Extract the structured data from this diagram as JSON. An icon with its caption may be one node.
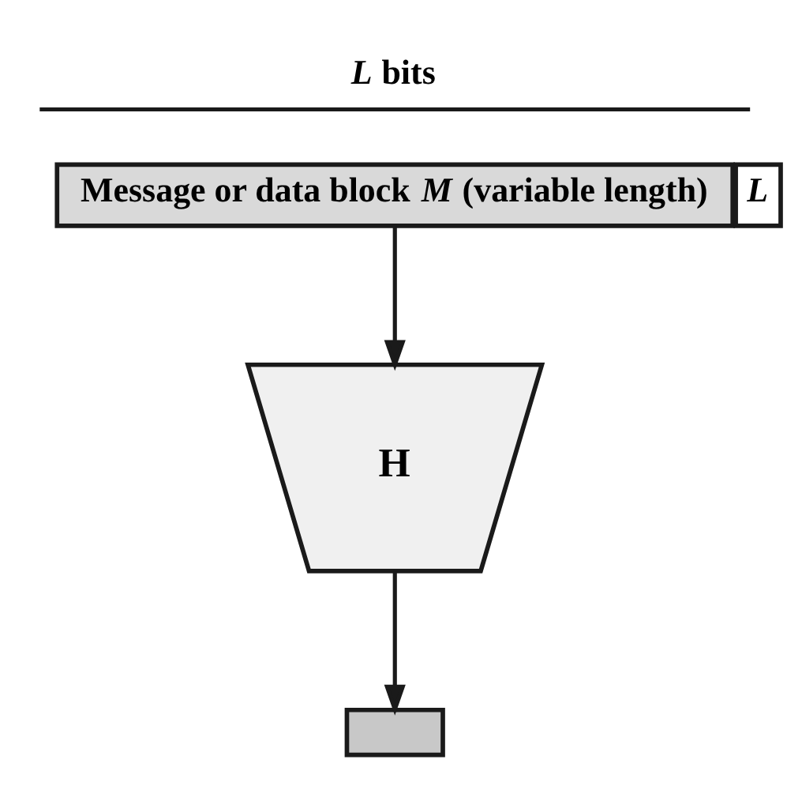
{
  "diagram": {
    "nodes": [
      {
        "text": [
          "Message or data block *M* (variable length)"
        ]
      },
      {
        "text": [
          "*L*"
        ]
      },
      {
        "text": [
          "H"
        ]
      },
      {
        "text": [],
        "shape": "box"
      }
    ],
    "edges": [
      {
        "from": 0,
        "to": 2,
        "arrow": "to"
      },
      {
        "from": 2,
        "to": 3,
        "arrow": "to"
      }
    ],
    "labels": [
      "*L* bits"
    ]
  }
}
